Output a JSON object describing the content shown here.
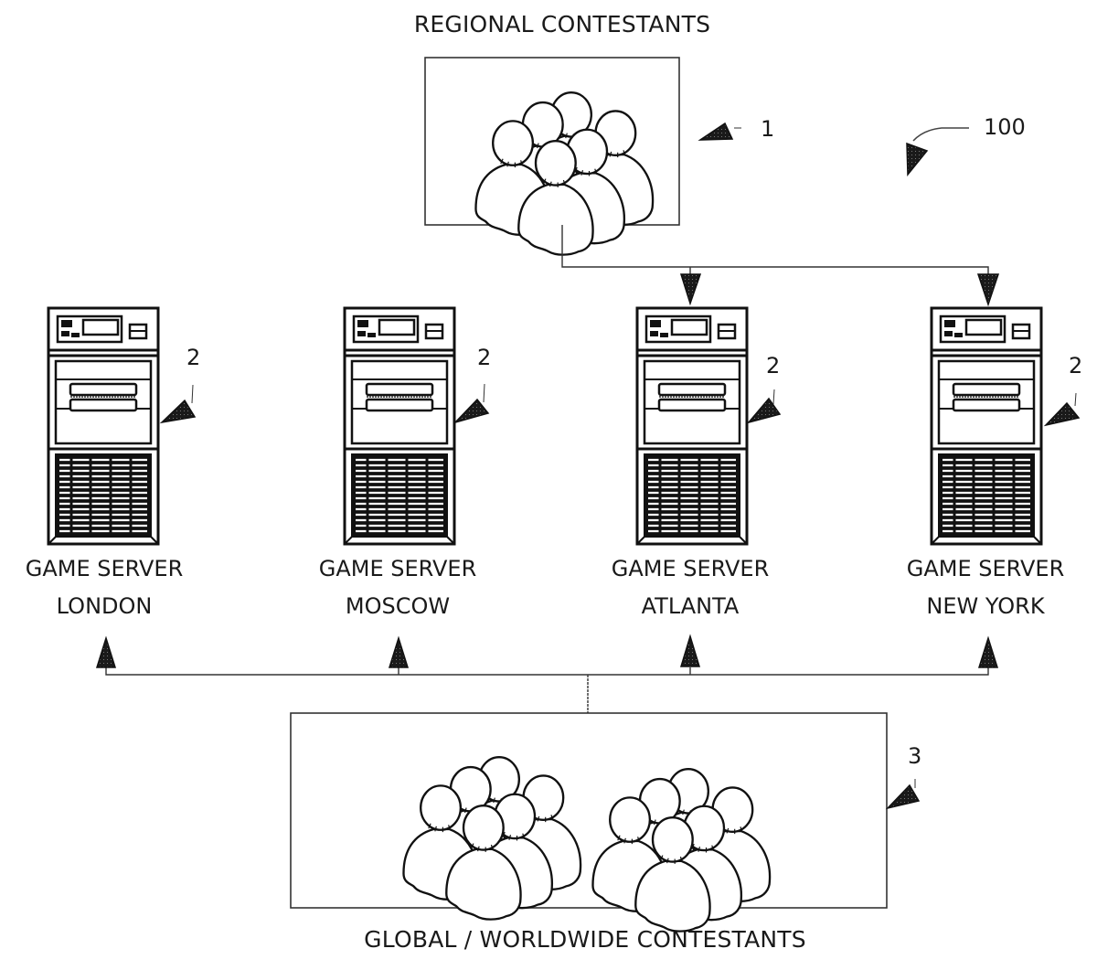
{
  "figure": {
    "reference_number": "100",
    "regional_group": {
      "title": "REGIONAL CONTESTANTS",
      "reference_number": "1",
      "icon": "people-group-icon"
    },
    "servers": [
      {
        "line1": "GAME SERVER",
        "line2": "LONDON",
        "reference_number": "2",
        "receives_regional": false,
        "icon": "server-tower-icon"
      },
      {
        "line1": "GAME SERVER",
        "line2": "MOSCOW",
        "reference_number": "2",
        "receives_regional": false,
        "icon": "server-tower-icon"
      },
      {
        "line1": "GAME SERVER",
        "line2": "ATLANTA",
        "reference_number": "2",
        "receives_regional": true,
        "icon": "server-tower-icon"
      },
      {
        "line1": "GAME SERVER",
        "line2": "NEW YORK",
        "reference_number": "2",
        "receives_regional": true,
        "icon": "server-tower-icon"
      }
    ],
    "global_group": {
      "title": "GLOBAL / WORLDWIDE CONTESTANTS",
      "reference_number": "3",
      "icon": "people-group-icon"
    },
    "connections": [
      {
        "from": "REGIONAL CONTESTANTS",
        "to": "GAME SERVER ATLANTA"
      },
      {
        "from": "REGIONAL CONTESTANTS",
        "to": "GAME SERVER NEW YORK"
      },
      {
        "from": "GLOBAL / WORLDWIDE CONTESTANTS",
        "to": "GAME SERVER LONDON"
      },
      {
        "from": "GLOBAL / WORLDWIDE CONTESTANTS",
        "to": "GAME SERVER MOSCOW"
      },
      {
        "from": "GLOBAL / WORLDWIDE CONTESTANTS",
        "to": "GAME SERVER ATLANTA"
      },
      {
        "from": "GLOBAL / WORLDWIDE CONTESTANTS",
        "to": "GAME SERVER NEW YORK"
      }
    ]
  }
}
